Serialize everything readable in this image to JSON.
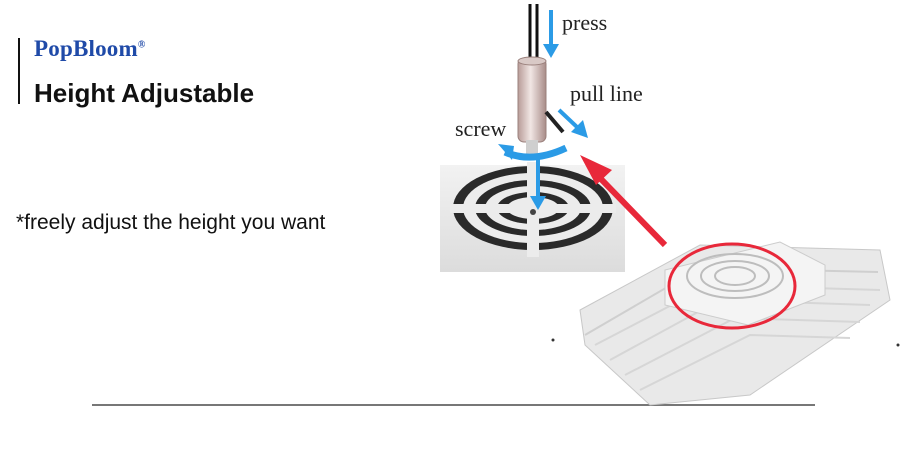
{
  "brand": {
    "name": "PopBloom",
    "mark": "®"
  },
  "title": "Height Adjustable",
  "note": "*freely adjust the height you want",
  "labels": {
    "press": "press",
    "pull_line": "pull line",
    "screw": "screw"
  },
  "colors": {
    "brand": "#1f4aa8",
    "arrow_blue": "#2b9be6",
    "arrow_red": "#e8283a"
  }
}
